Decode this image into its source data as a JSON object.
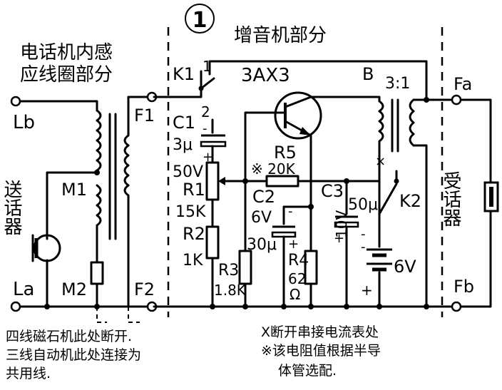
{
  "figure_number": "1",
  "sections": {
    "left_title": [
      "电话机内感",
      "应线圈部分"
    ],
    "right_title": "增音机部分"
  },
  "terminals": {
    "lb": "Lb",
    "la": "La",
    "f1": "F1",
    "f2": "F2",
    "fa": "Fa",
    "fb": "Fb"
  },
  "components": {
    "k1": "K1",
    "pos1": "1",
    "pos2": "2",
    "c1_name": "C1",
    "c1_value": "3μ",
    "c1_voltage": "50V",
    "r1_name": "R1",
    "r1_value": "15K",
    "r2_name": "R2",
    "r2_value": "1K",
    "r3_name": "R3",
    "r3_value": "1.8K",
    "r5_name": "R5",
    "r5_value": "※ 20K",
    "c2_name": "C2",
    "c2_voltage": "6V",
    "c2_value": "30μ",
    "c3_name": "C3",
    "c3_voltage": "10V",
    "c3_value": "50μ",
    "r4_name": "R4",
    "r4_value": "62",
    "r4_unit": "Ω",
    "transistor": "3AX3",
    "transformer_b": "B",
    "transformer_ratio": "3:1",
    "k2": "K2",
    "battery": "6V",
    "m1": "M1",
    "m2": "M2",
    "transmitter": "送话器",
    "receiver": "受话器",
    "plus": "+",
    "minus": "-"
  },
  "notes": {
    "left_note_line1": "四线磁石机此处断开.",
    "left_note_line2": "三线自动机此处连接为",
    "left_note_line3": "共用线.",
    "right_note_line1": "X断开串接电流表处",
    "right_note_line2": "※该电阻值根据半导",
    "right_note_line3": "体管选配."
  }
}
